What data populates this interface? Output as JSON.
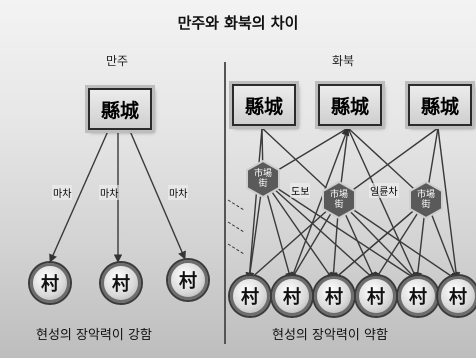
{
  "title": "만주와 화북의 차이",
  "left": {
    "heading": "만주",
    "county_label": "縣城",
    "village_label": "村",
    "edge_label": "마차",
    "caption": "현성의 장악력이 강함"
  },
  "right": {
    "heading": "화북",
    "county_label": "縣城",
    "market_label": "市場街",
    "village_label": "村",
    "edge_labels": [
      "도보",
      "일륜차"
    ],
    "caption": "현성의 장악력이 약함"
  }
}
